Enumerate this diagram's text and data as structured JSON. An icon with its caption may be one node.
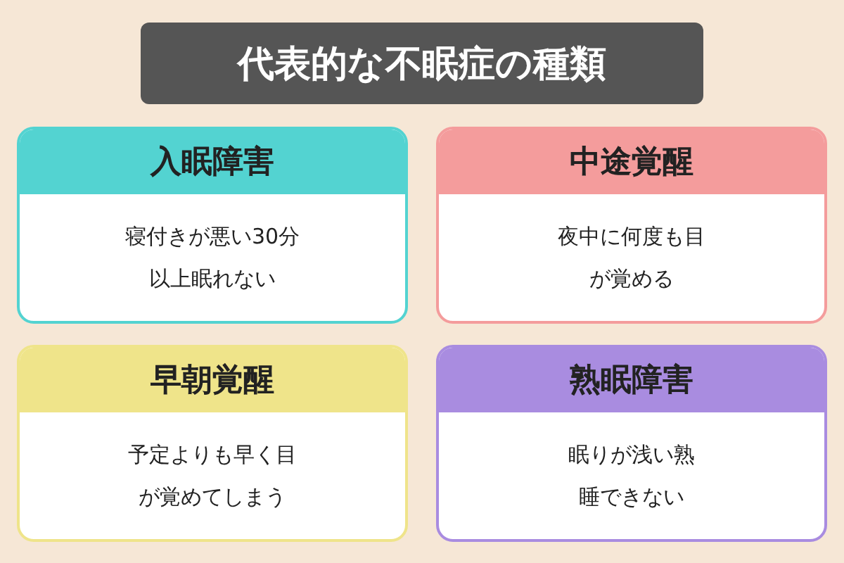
{
  "diagram": {
    "title": "代表的な不眠症の種類",
    "nodes": [
      {
        "text": [
          "入眠障害",
          "寝付きが悪い30分以上眠れない"
        ]
      },
      {
        "text": [
          "中途覚醒",
          "夜中に何度も目が覚める"
        ]
      },
      {
        "text": [
          "早朝覚醒",
          "予定よりも早く目が覚めてしまう"
        ]
      },
      {
        "text": [
          "熟眠障害",
          "眠りが浅い熟睡できない"
        ]
      }
    ],
    "edges": []
  }
}
